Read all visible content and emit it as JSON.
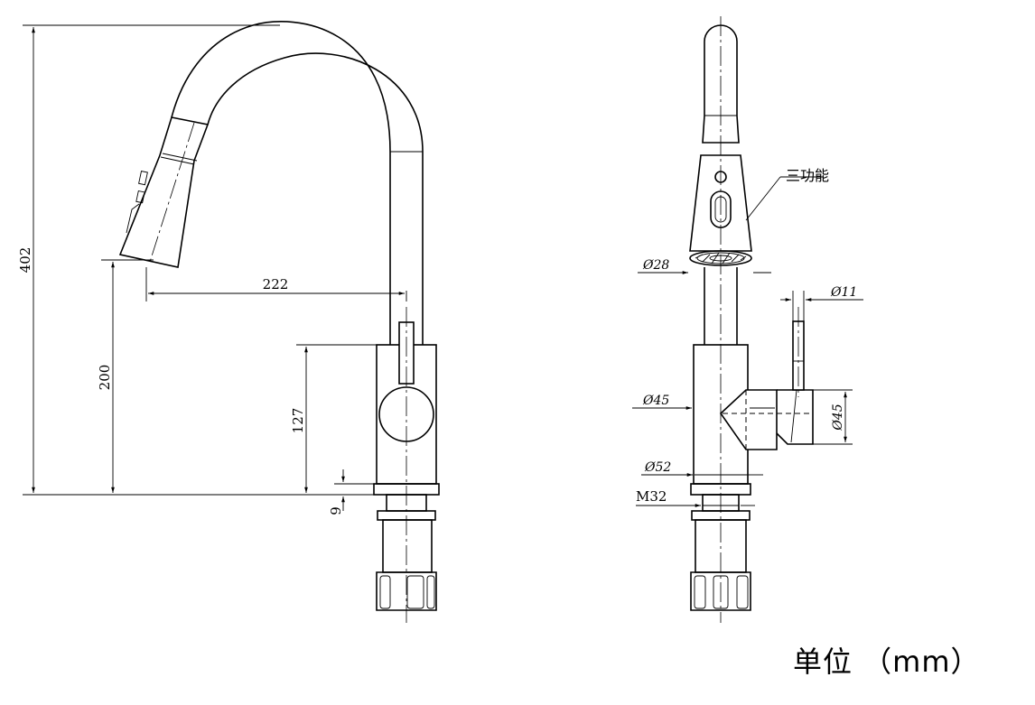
{
  "side_view": {
    "dims": {
      "height_total": "402",
      "spout_height": "200",
      "body_height": "127",
      "spout_reach": "222",
      "base_ring": "9"
    }
  },
  "front_view": {
    "dims": {
      "spray_head_dia": "Ø28",
      "handle_dia": "Ø11",
      "body_dia": "Ø45",
      "handle_hub_dia": "Ø45",
      "base_dia": "Ø52",
      "thread": "M32"
    },
    "callout_spray": "三功能"
  },
  "unit_label": "单位 （mm）"
}
